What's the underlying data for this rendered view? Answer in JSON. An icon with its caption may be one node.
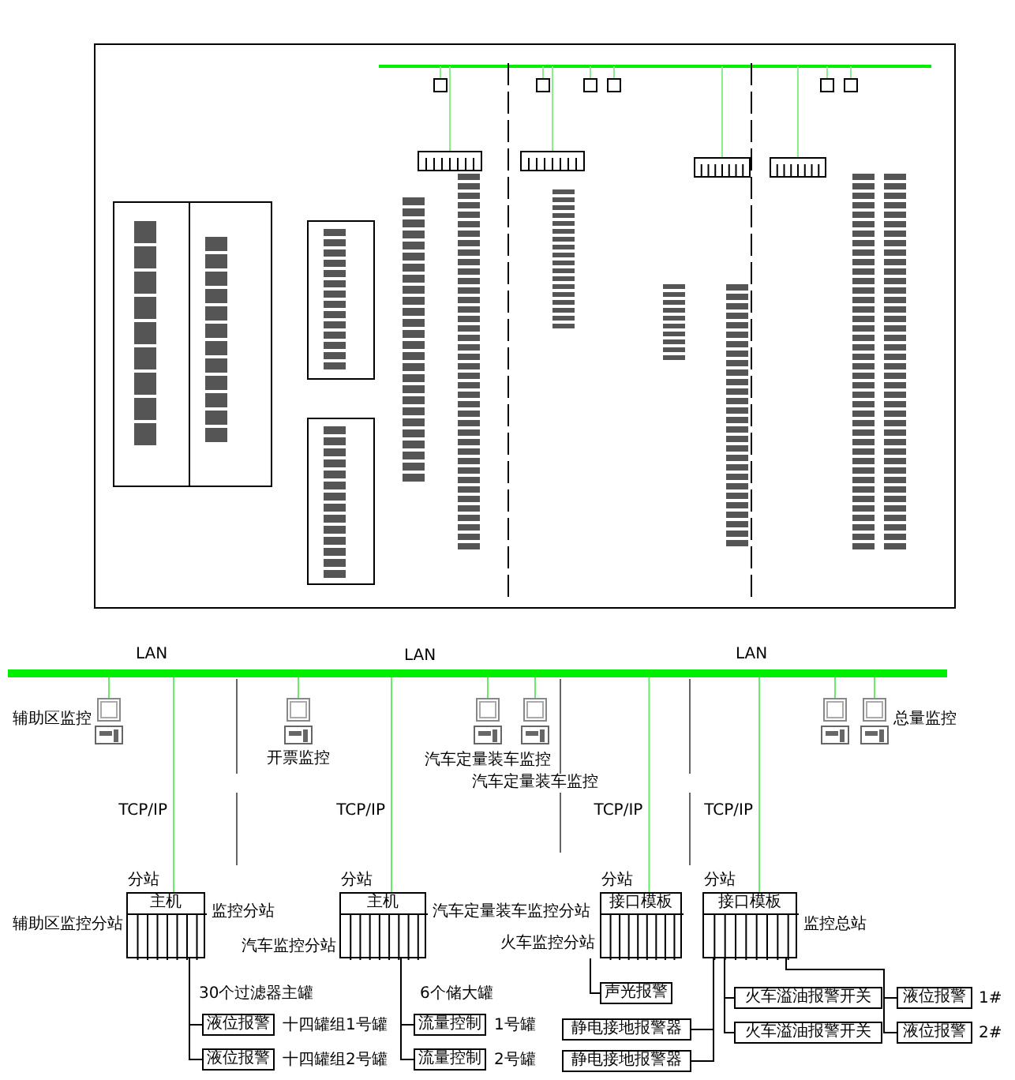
{
  "diagram": {
    "nodes": [
      {
        "text": [],
        "shape": "bar"
      },
      {
        "text": [
          "辅助区监控"
        ]
      },
      {
        "text": [
          "开票监控"
        ]
      },
      {
        "text": [
          "汽车定量装车监控"
        ]
      },
      {
        "text": [
          "汽车定量装车监控"
        ]
      },
      {
        "text": [],
        "shape": "picture"
      },
      {
        "text": [
          "总量监控"
        ]
      },
      {
        "text": [
          "分站",
          "主机"
        ],
        "beside": [
          "辅助区监控分站",
          "监控分站"
        ]
      },
      {
        "text": [
          "分站",
          "主机"
        ],
        "beside": [
          "汽车定量装车监控分站",
          "汽车监控分站"
        ]
      },
      {
        "text": [
          "分站",
          "接口模板"
        ],
        "beside": [
          "火车监控分站"
        ]
      },
      {
        "text": [
          "分站",
          "接口模板"
        ],
        "beside": [
          "监控总站"
        ]
      },
      {
        "text": [
          "液位报警"
        ],
        "beside": [
          "十四罐组1号罐"
        ]
      },
      {
        "text": [
          "液位报警"
        ],
        "beside": [
          "十四罐组2号罐"
        ]
      },
      {
        "text": [
          "流量控制"
        ],
        "beside": [
          "1号罐"
        ]
      },
      {
        "text": [
          "流量控制"
        ],
        "beside": [
          "2号罐"
        ]
      },
      {
        "text": [
          "声光报警"
        ]
      },
      {
        "text": [
          "静电接地报警器"
        ]
      },
      {
        "text": [
          "静电接地报警器"
        ]
      },
      {
        "text": [
          "火车溢油报警开关"
        ]
      },
      {
        "text": [
          "火车溢油报警开关"
        ]
      },
      {
        "text": [
          "液位报警"
        ],
        "beside": [
          "1#"
        ]
      },
      {
        "text": [
          "液位报警"
        ],
        "beside": [
          "2#"
        ]
      }
    ],
    "edges": [
      {
        "from": 1,
        "to": 0,
        "arrow": "none",
        "color": "#66ee66"
      },
      {
        "from": 2,
        "to": 0,
        "arrow": "none",
        "color": "#66ee66"
      },
      {
        "from": 3,
        "to": 0,
        "arrow": "none",
        "color": "#66ee66"
      },
      {
        "from": 4,
        "to": 0,
        "arrow": "none",
        "color": "#66ee66"
      },
      {
        "from": 5,
        "to": 0,
        "arrow": "none",
        "color": "#66ee66"
      },
      {
        "from": 6,
        "to": 0,
        "arrow": "none",
        "color": "#66ee66"
      },
      {
        "from": 7,
        "to": 0,
        "arrow": "none",
        "label": "TCP/IP",
        "color": "#66ee66"
      },
      {
        "from": 8,
        "to": 0,
        "arrow": "none",
        "label": "TCP/IP",
        "color": "#66ee66"
      },
      {
        "from": 9,
        "to": 0,
        "arrow": "none",
        "label": "TCP/IP",
        "color": "#66ee66"
      },
      {
        "from": 10,
        "to": 0,
        "arrow": "none",
        "label": "TCP/IP",
        "color": "#66ee66"
      },
      {
        "from": 7,
        "to": 11,
        "arrow": "none"
      },
      {
        "from": 7,
        "to": 12,
        "arrow": "none"
      },
      {
        "from": 8,
        "to": 13,
        "arrow": "none"
      },
      {
        "from": 8,
        "to": 14,
        "arrow": "none"
      },
      {
        "from": 9,
        "to": 15,
        "arrow": "none"
      },
      {
        "from": 10,
        "to": 16,
        "arrow": "none"
      },
      {
        "from": 10,
        "to": 17,
        "arrow": "none"
      },
      {
        "from": 10,
        "to": 18,
        "arrow": "none"
      },
      {
        "from": 10,
        "to": 19,
        "arrow": "none"
      },
      {
        "from": 10,
        "to": 20,
        "arrow": "none"
      },
      {
        "from": 10,
        "to": 21,
        "arrow": "none"
      }
    ],
    "labels": [
      "LAN",
      "LAN",
      "LAN",
      "30个过滤器主罐",
      "6个储大罐"
    ]
  }
}
